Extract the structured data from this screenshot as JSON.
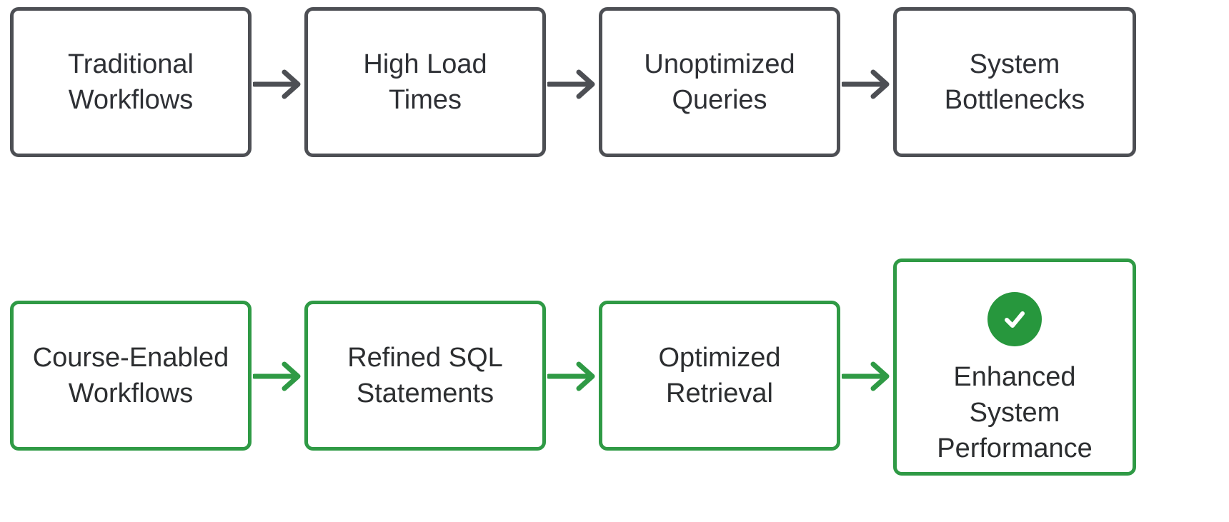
{
  "colors": {
    "problem_border": "#4d4f54",
    "solution_border": "#2f9a45",
    "check_fill": "#27973d"
  },
  "problem_flow": [
    {
      "lines": [
        "Traditional",
        "Workflows"
      ]
    },
    {
      "lines": [
        "High Load",
        "Times"
      ]
    },
    {
      "lines": [
        "Unoptimized",
        "Queries"
      ]
    },
    {
      "lines": [
        "System",
        "Bottlenecks"
      ]
    }
  ],
  "solution_flow": [
    {
      "lines": [
        "Course-Enabled",
        "Workflows"
      ]
    },
    {
      "lines": [
        "Refined SQL",
        "Statements"
      ]
    },
    {
      "lines": [
        "Optimized",
        "Retrieval"
      ]
    },
    {
      "lines": [
        "Enhanced",
        "System",
        "Performance"
      ],
      "icon": "check-circle-icon"
    }
  ]
}
